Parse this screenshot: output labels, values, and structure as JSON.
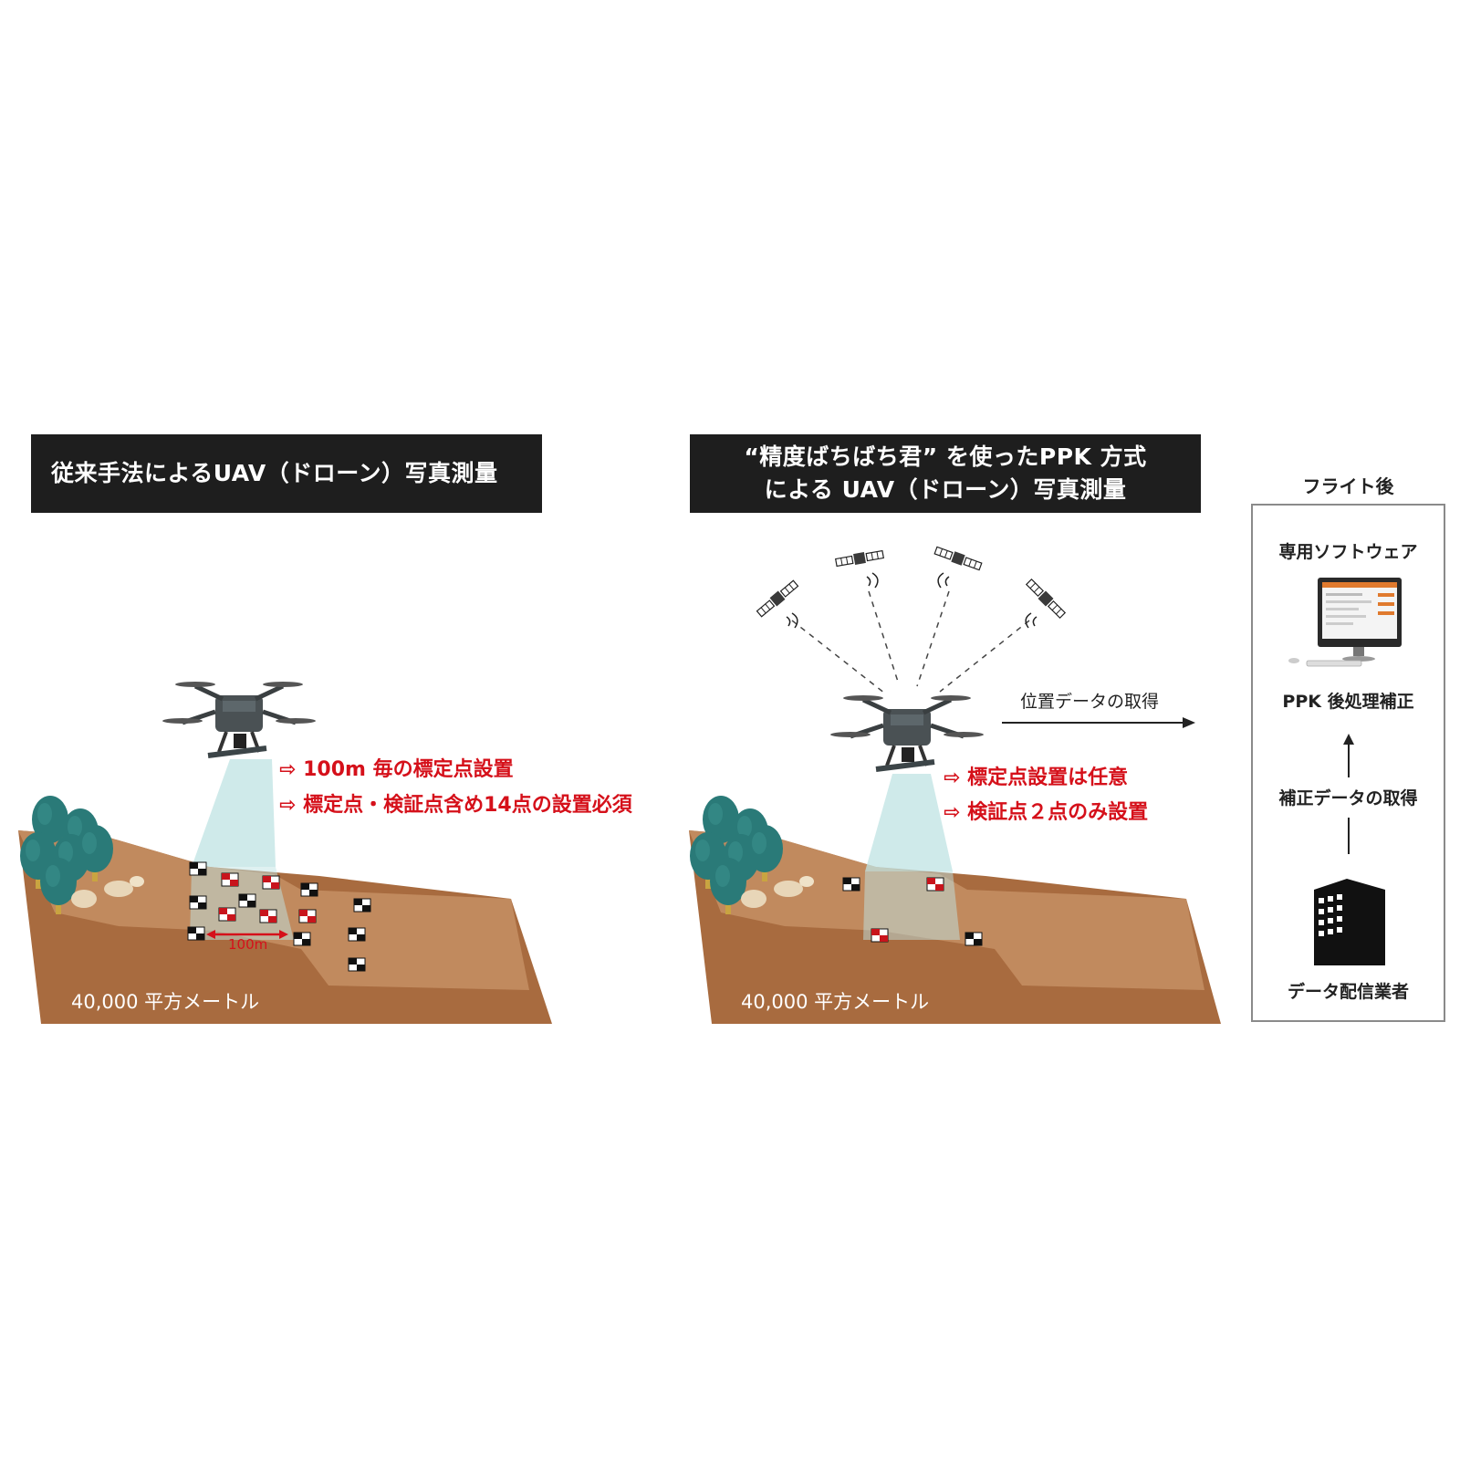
{
  "left": {
    "title": "従来手法によるUAV（ドローン）写真測量",
    "note1": "⇨ 100m 毎の標定点設置",
    "note2": "⇨ 標定点・検証点含め14点の設置必須",
    "spacing_label": "100m",
    "area_label": "40,000 平方メートル"
  },
  "right": {
    "title_line1": "“精度ばちばち君” を使ったPPK 方式",
    "title_line2": "による UAV（ドローン）写真測量",
    "note1": "⇨ 標定点設置は任意",
    "note2": "⇨ 検証点２点のみ設置",
    "arrow_label": "位置データの取得",
    "area_label": "40,000 平方メートル"
  },
  "panel": {
    "heading": "フライト後",
    "software": "専用ソフトウェア",
    "ppk": "PPK 後処理補正",
    "correction": "補正データの取得",
    "provider": "データ配信業者"
  },
  "colors": {
    "title_bg": "#1e1e1e",
    "accent_red": "#d5101a",
    "ground_top": "#c18a5e",
    "ground_side": "#a86b3f",
    "tree": "#2a7a78",
    "beam": "#bfe3e3"
  }
}
